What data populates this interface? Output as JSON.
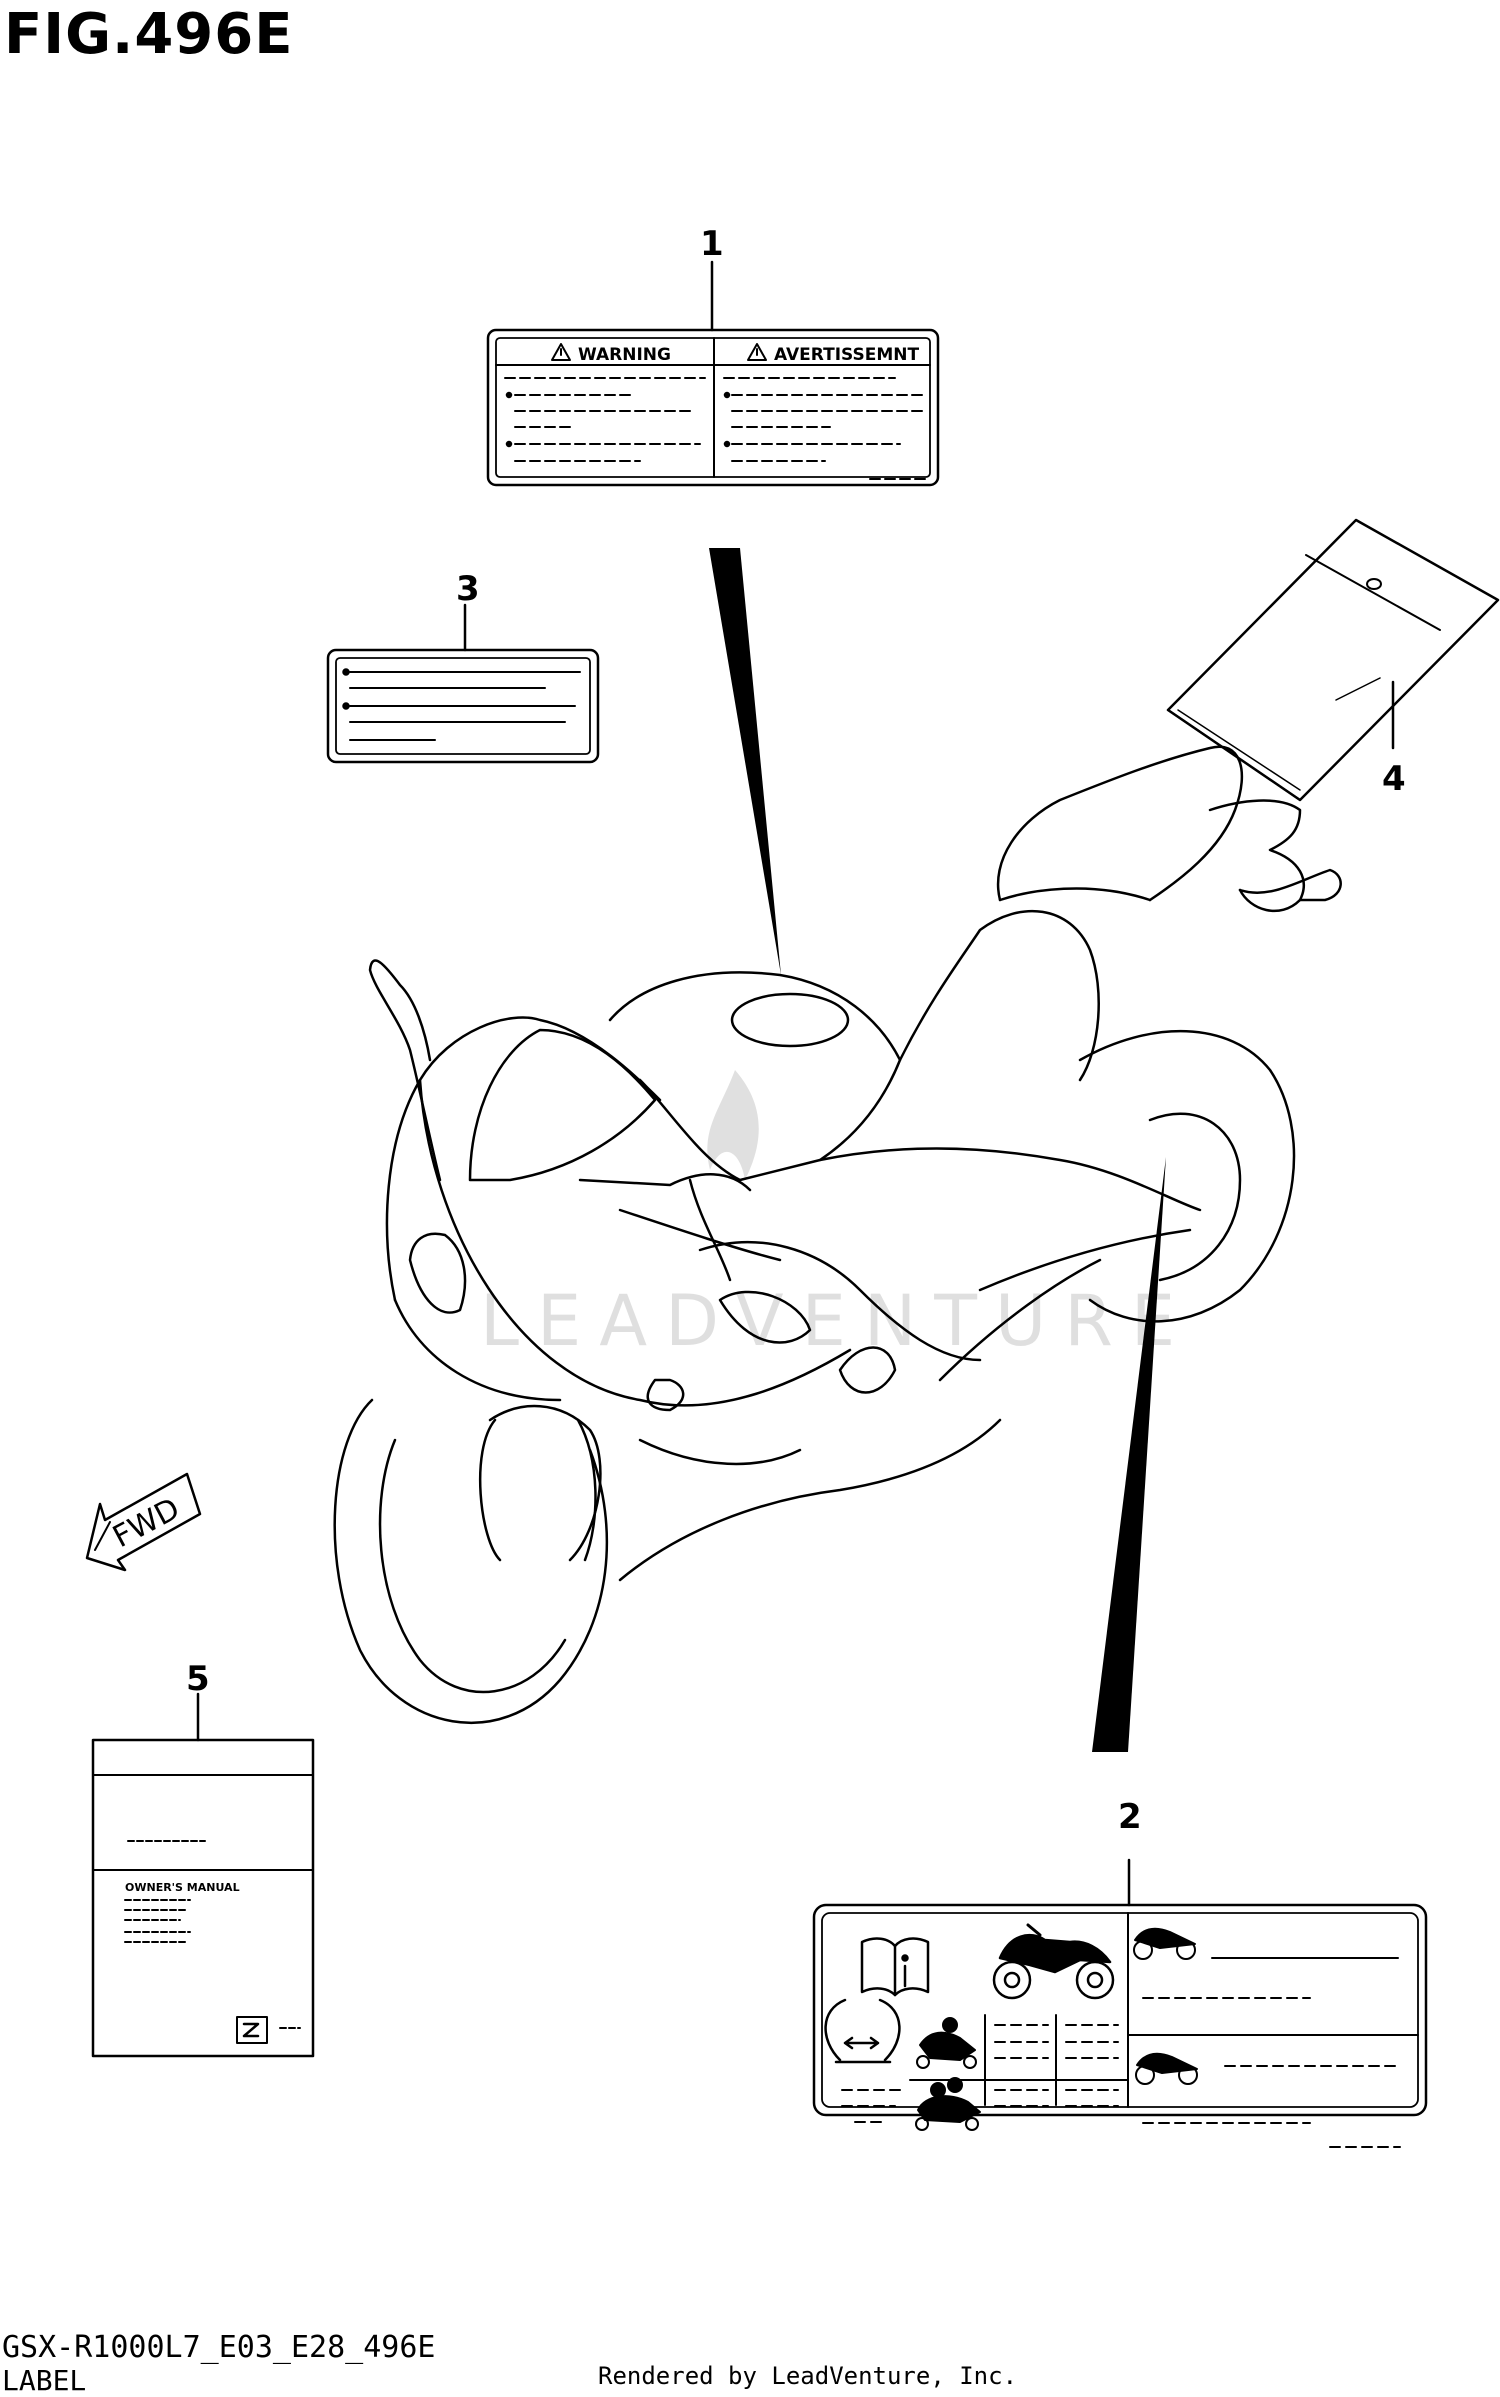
{
  "figure": {
    "title": "FIG.496E",
    "code": "GSX-R1000L7_E03_E28_496E",
    "name": "LABEL",
    "credit": "Rendered by LeadVenture, Inc."
  },
  "callouts": [
    "1",
    "2",
    "3",
    "4",
    "5"
  ],
  "label1": {
    "left_heading": "WARNING",
    "right_heading": "AVERTISSEMNT"
  },
  "label5": {
    "heading": "OWNER'S MANUAL"
  },
  "direction_marker": "FWD",
  "watermark": "LEADVENTURE",
  "icons": [
    "warning-triangle-icon",
    "manual-book-icon",
    "motorcycle-icon",
    "tire-pressure-icon",
    "rider-icon",
    "rider-passenger-icon",
    "suzuki-logo-icon"
  ]
}
